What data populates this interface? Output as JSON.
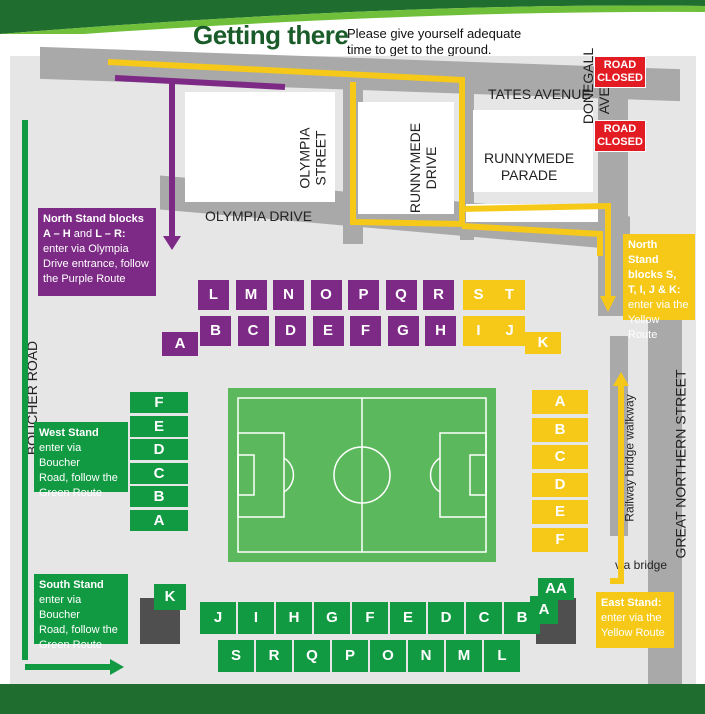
{
  "header": {
    "title": "Getting there",
    "subtitle_line1": "Please give yourself adequate",
    "subtitle_line2": "time to get to the ground."
  },
  "roads": {
    "tates_avenue": "TATES AVENUE",
    "donegall_avenue_line1": "DONEGALL",
    "donegall_avenue_line2": "AVENUE",
    "olympia_street_line1": "OLYMPIA",
    "olympia_street_line2": "STREET",
    "runnymede_drive_line1": "RUNNYMEDE",
    "runnymede_drive_line2": "DRIVE",
    "runnymede_parade_line1": "RUNNYMEDE",
    "runnymede_parade_line2": "PARADE",
    "olympia_drive": "OLYMPIA DRIVE",
    "boucher_road": "BOUCHER ROAD",
    "great_northern_street": "GREAT NORTHERN STREET",
    "railway_bridge_walkway": "Railway bridge walkway",
    "via_bridge": "via bridge"
  },
  "road_closed": {
    "line1": "ROAD",
    "line2": "CLOSED"
  },
  "info_boxes": {
    "north_purple": {
      "title": "North Stand blocks",
      "line2a": "A – H",
      "line2b": " and ",
      "line2c": "L – R:",
      "line3": "enter via Olympia",
      "line4": "Drive entrance, follow",
      "line5": "the Purple Route"
    },
    "north_yellow": {
      "line1": "North Stand",
      "line2": "blocks S,",
      "line3": "T, I, J & K:",
      "line4": "enter via the",
      "line5": "Yellow Route"
    },
    "west": {
      "title": "West Stand",
      "line2": "enter via Boucher",
      "line3": "Road, follow the",
      "line4": "Green Route"
    },
    "south": {
      "title": "South Stand",
      "line2": "enter via Boucher",
      "line3": "Road, follow the",
      "line4": "Green Route"
    },
    "east": {
      "title": "East Stand:",
      "line2": "enter via the",
      "line3": "Yellow Route"
    }
  },
  "stands": {
    "north_top_purple": [
      "L",
      "M",
      "N",
      "O",
      "P",
      "Q",
      "R"
    ],
    "north_top_yellow": [
      "S",
      "T"
    ],
    "north_bottom_purple": [
      "A",
      "B",
      "C",
      "D",
      "E",
      "F",
      "G",
      "H"
    ],
    "north_bottom_yellow": [
      "I",
      "J",
      "K"
    ],
    "west": [
      "F",
      "E",
      "D",
      "C",
      "B",
      "A"
    ],
    "east": [
      "A",
      "B",
      "C",
      "D",
      "E",
      "F"
    ],
    "south_top": [
      "K",
      "J",
      "I",
      "H",
      "G",
      "F",
      "E",
      "D",
      "C",
      "B"
    ],
    "south_top_aa": "AA",
    "south_top_a": "A",
    "south_bottom": [
      "S",
      "R",
      "Q",
      "P",
      "O",
      "N",
      "M",
      "L"
    ]
  },
  "colors": {
    "purple": "#7d2a86",
    "yellow": "#f6c918",
    "green": "#129a43",
    "pitch": "#5cb85c",
    "road": "#a9a9a9",
    "road_closed": "#e31c24"
  }
}
